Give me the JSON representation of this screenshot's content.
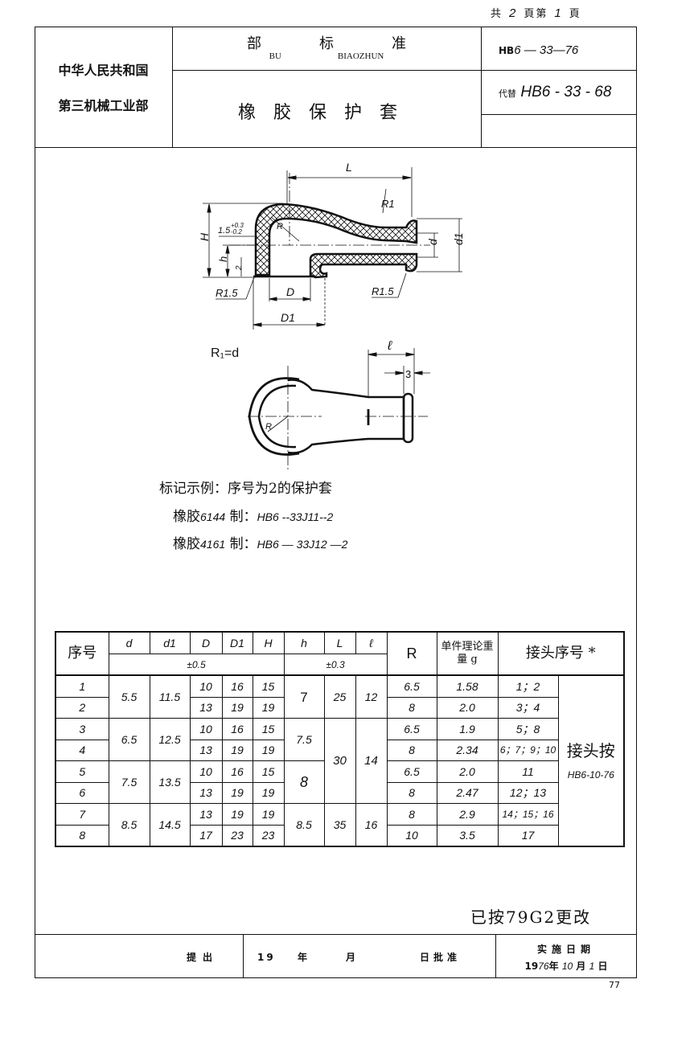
{
  "page_count": {
    "total_prefix": "共",
    "total": "2",
    "total_suffix": "頁第",
    "current": "1",
    "current_suffix": "頁"
  },
  "header": {
    "ministry_line1": "中华人民共和国",
    "ministry_line2": "第三机械工业部",
    "standard_type_cn": [
      "部",
      "标",
      "准"
    ],
    "standard_type_en": [
      "BU",
      "BIAOZHUN"
    ],
    "title": "橡胶保护套",
    "standard_no_prefix": "HB",
    "standard_no": "6 — 33—76",
    "replaces_label": "代替",
    "replaces_no": "HB6 - 33 - 68"
  },
  "drawing_main": {
    "labels": {
      "L": "L",
      "R1": "R1",
      "R": "R",
      "H": "H",
      "h": "h",
      "two": "2",
      "thickness": "1.5",
      "tol_upper": "+0.3",
      "tol_lower": "-0.2",
      "R15_left": "R1.5",
      "R15_right": "R1.5",
      "D": "D",
      "D1": "D1",
      "d": "d",
      "d1": "d1"
    }
  },
  "drawing_top": {
    "formula": "R1=d",
    "labels": {
      "l": "ℓ",
      "three": "3",
      "R": "R"
    }
  },
  "marking_example": {
    "title": "标记示例：序号为2的保护套",
    "lines": [
      {
        "prefix": "橡胶",
        "code": "6144",
        "mid": "制：",
        "mark": "HB6 --33J11--2"
      },
      {
        "prefix": "橡胶",
        "code": "4161",
        "mid": "制：",
        "mark": "HB6 — 33J12 —2"
      }
    ]
  },
  "table": {
    "headers": {
      "seq": "序号",
      "d": "d",
      "d1": "d1",
      "D": "D",
      "D1": "D1",
      "H": "H",
      "h": "h",
      "L": "L",
      "l": "ℓ",
      "R": "R",
      "weight": "单件理论重量 g",
      "joint": "接头序号 *",
      "tol_05": "±0.5",
      "tol_03": "±0.3"
    },
    "rows": [
      {
        "seq": "1",
        "d": "5.5",
        "d1": "11.5",
        "D": "10",
        "D1": "16",
        "H": "15",
        "h": "7",
        "L": "25",
        "l": "12",
        "R": "6.5",
        "weight": "1.58",
        "joint": "1；2"
      },
      {
        "seq": "2",
        "d": "5.5",
        "d1": "11.5",
        "D": "13",
        "D1": "19",
        "H": "19",
        "h": "7",
        "L": "25",
        "l": "12",
        "R": "8",
        "weight": "2.0",
        "joint": "3；4"
      },
      {
        "seq": "3",
        "d": "6.5",
        "d1": "12.5",
        "D": "10",
        "D1": "16",
        "H": "15",
        "h": "7.5",
        "L": "30",
        "l": "14",
        "R": "6.5",
        "weight": "1.9",
        "joint": "5；8"
      },
      {
        "seq": "4",
        "d": "6.5",
        "d1": "12.5",
        "D": "13",
        "D1": "19",
        "H": "19",
        "h": "7.5",
        "L": "30",
        "l": "14",
        "R": "8",
        "weight": "2.34",
        "joint": "6；7；9；10"
      },
      {
        "seq": "5",
        "d": "7.5",
        "d1": "13.5",
        "D": "10",
        "D1": "16",
        "H": "15",
        "h": "8",
        "L": "30",
        "l": "14",
        "R": "6.5",
        "weight": "2.0",
        "joint": "11"
      },
      {
        "seq": "6",
        "d": "7.5",
        "d1": "13.5",
        "D": "13",
        "D1": "19",
        "H": "19",
        "h": "8",
        "L": "30",
        "l": "14",
        "R": "8",
        "weight": "2.47",
        "joint": "12；13"
      },
      {
        "seq": "7",
        "d": "8.5",
        "d1": "14.5",
        "D": "13",
        "D1": "19",
        "H": "19",
        "h": "8.5",
        "L": "35",
        "l": "16",
        "R": "8",
        "weight": "2.9",
        "joint": "14；15；16"
      },
      {
        "seq": "8",
        "d": "8.5",
        "d1": "14.5",
        "D": "17",
        "D1": "23",
        "H": "23",
        "h": "8.5",
        "L": "35",
        "l": "16",
        "R": "10",
        "weight": "3.5",
        "joint": "17"
      }
    ],
    "note_cn": "接头按",
    "note_std": "HB6-10-76"
  },
  "revision_note": "已按79G2更改",
  "footer": {
    "proposed_by": "提出",
    "approved_year": "19",
    "year": "年",
    "month": "月",
    "approved_label": "日批准",
    "impl_title": "实施日期",
    "impl_year_prefix": "19",
    "impl_year_suffix": "76",
    "impl_year_label": "年",
    "impl_month": "10",
    "impl_month_label": "月",
    "impl_day": "1",
    "impl_day_label": "日"
  },
  "page_number": "77"
}
